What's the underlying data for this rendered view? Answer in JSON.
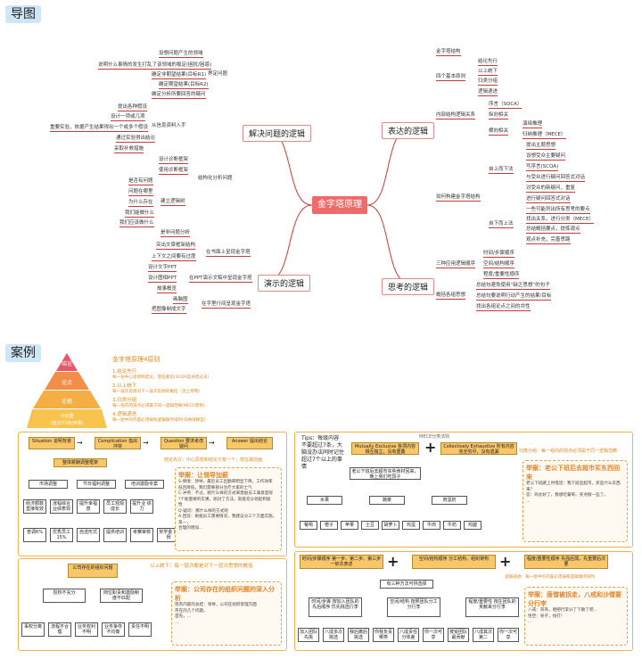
{
  "sections": {
    "mindmap": "导图",
    "cases": "案例"
  },
  "center": "金字塔原理",
  "branches": {
    "problem": "解决问题的逻辑",
    "express": "表达的逻辑",
    "present": "演示的逻辑",
    "think": "思考的逻辑"
  },
  "problem_groups": {
    "define": "界定问题",
    "struct": "结构化分析问题",
    "source": "从信息资料入手"
  },
  "problem_items": [
    "设想问题产生的领域",
    "说明什么事情的发生打乱了该领域的稳定(困扰/困惑)",
    "确定非期望结果(目标R1)",
    "确定期望结果(目标R2)",
    "确定分析所要回答的疑问",
    "提出各种假设",
    "设计一项或几项",
    "重要实验，依据产生结果得出一个或多个假设",
    "通过实验得出结论",
    "采取补救措施",
    "设计诊断框架",
    "使用诊断框架",
    "是否有问题",
    "问题在哪里",
    "为什么存在",
    "我们能做什么",
    "我们应该做什么",
    "建立逻辑树",
    "是非问题分析"
  ],
  "present_items": [
    "突出文章框架结构",
    "上下文之间要有过度",
    "在书面上呈现金字塔",
    "设计文字PPT",
    "设计图相PPT",
    "在PPT演示文稿中呈现金字塔",
    "故事概览",
    "画脑图",
    "把图像制成文字",
    "在字里行间呈现金字塔"
  ],
  "express_items": [
    "金字塔结构",
    "四个基本原则",
    "结论先行",
    "以上统下",
    "归类分组",
    "逻辑递进",
    "内部结构逻辑关系",
    "序言（SQCA）",
    "纵向相关",
    "横向相关",
    "演绎推理",
    "归纳推理（MECE）",
    "如何构建金字塔结构",
    "自上而下法",
    "提出主题思想",
    "设想受众主要疑问",
    "写序言(SCQA)",
    "与受众进行疑问回答式对话",
    "对受众的新疑问，重复",
    "进行疑问回答式对话",
    "自下而上法",
    "一些可能列出所有思考的要点",
    "找出关系，进行分类（MECE）",
    "总结概括要点，提炼观点",
    "观点补充，完善思路"
  ],
  "think_items": [
    "三种应用逻辑顺序",
    "时间/步骤顺序",
    "空间/结构顺序",
    "程度/重要性顺序",
    "概括各组思想",
    "总结句避免使用“缺乏思想”的句子",
    "总结句要说明行动产生的结果/目标",
    "找出各组论点之间的共性"
  ],
  "pyramid": {
    "levels": [
      "结论",
      "论点",
      "论据",
      "分论据\n(建议/行动/步骤)"
    ],
    "title": "金字塔原理4原则",
    "rules": [
      "1.结论先行",
      "每一份中心思想和结论，放在最前(SCQA是总结过去)",
      "2.以上统下",
      "每一层次思想对下一层次思想的概括（见之有物）",
      "3.归类分组",
      "每一组内的观点必须属于同一逻辑范畴(MECE原则)",
      "4.逻辑递进",
      "每一组中的内容必须按照逻辑顺序排列(归纳演绎型)"
    ]
  },
  "case1": {
    "steps": [
      "Situation\n说明背景",
      "Complication\n指出冲突",
      "Question\n要求考虑疑问",
      "Answer\n提出结论"
    ],
    "main": "整体薪酬调整框架",
    "l2": [
      "市场调整",
      "节日福利调整",
      "培训激励专案"
    ],
    "l3": [
      "经济额数\n直接有效",
      "涨幅综合\n业绩表现",
      "提升幸福感",
      "员工观观\n成长",
      "提升业\n绩力"
    ],
    "l4": [
      "普调6%",
      "优秀员工\n15%",
      "自选形式",
      "提供培训",
      "考察审核",
      "奖学金\n比例"
    ],
    "label": "结论先行：中心思想和结论只有一个，放在最前面",
    "tip_h": "举案：让领导加薪",
    "tip_b": "S-情境：领导，最近员工出勤率明显下降，工作效率\n低且降低，我们需要部分治疗大家的士气\nC-冲突：不过，刚什么样的方式来激励员工满意度呢\n?个能量要的实惠，刚对了方法，就能充分领起积极\n性\nQ-疑问：那什么样的方式呢\nA-回答：根据员工需要情况，我建议分三个方面实施，第一，\n合理的增加..."
  },
  "case2": {
    "tip_h": "Tips：每级内容不要超过7条，大脑没办法同时记住超过7个以上的事情",
    "top": [
      "Mutually Exclusive\n各项内容相互独立，没有重叠",
      "Collectively Exhaustive\n所有内容完全穷尽，没有遗漏"
    ],
    "header": "MECE分类法则",
    "side": "归类分组：每一组内的观点必须属于同一逻辑范畴",
    "main": "老公下班后去超市买些食材回来，晚上我们吃饺子",
    "cats": [
      "水果",
      "蔬菜",
      "肉蛋奶"
    ],
    "items": [
      "葡萄",
      "橙子",
      "苹果",
      "土豆",
      "胡萝卜",
      "鸡蛋",
      "牛肉",
      "牛奶",
      "鸡腿"
    ],
    "tip2_h": "举案：老公下班后去超市买东西回来",
    "tip2_b": "老公下班路上时电话：我下班后超市，买些什么东西\n来？\n答：商太好了，我想吃葡萄、买点橙一些了。\n..."
  },
  "case3": {
    "label": "以上统下：每一层次都是对下一层次思想的概括",
    "main": "公司存在的组织问题",
    "l2": [
      "授权不充分",
      "岗位职责和激励制度不匹配"
    ],
    "l3": [
      "事权分离",
      "流程不合理",
      "业务权利不明",
      "业务争夺不均衡",
      "责任不明"
    ],
    "tip_h": "举案：公司存在的组织问题的深入分析",
    "tip_b": "现有内部的总结：领导，公司在组织管理方面\n存在的几个问题。\n首先，...\n..."
  },
  "case4": {
    "top": [
      "时间/步骤顺序\n第一步、第二步、第三步一依次表述",
      "空间/结构顺序\n分工结构、组织架构",
      "程度/重要性顺序\n先强后弱，先重要后次要"
    ],
    "label": "逻辑递进：每一组中的内容必须按照逻辑顺序排列",
    "main": "有三种方法可供选择",
    "cats": [
      "时间/步骤\n按加入团队的先后顺序\n优先挑选行李",
      "空间/结构\n按照团队分工分行李",
      "程度/重要性\n按在团队的贡献来分行李"
    ],
    "items": [
      "加入团队先挑",
      "八成多次挑选",
      "我后撤后挑选",
      "你我负责哪类",
      "八成责任分体差",
      "你一次可享",
      "按受团队最贡献",
      "八成其次第二",
      "你一次可享"
    ],
    "tip_h": "举案：唐僧被拐走，八戒和沙僧要分行李",
    "tip_b": "八戒：哥哥，咱把行李分了下散了吧...\n悟空：呆子，找打！\n..."
  }
}
